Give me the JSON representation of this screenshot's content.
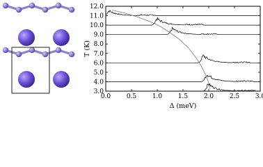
{
  "colors": {
    "atom_dark": "#4a2f9e",
    "atom_light": "#8c78e8",
    "bond": "#8a84c8",
    "spectrum": "#000000",
    "gap_curve": "#7a7a7a",
    "box": "#222222"
  },
  "structure": {
    "chain_atoms_top": 6,
    "chain_atoms_bottom": 6,
    "large_atoms_per_row": 2,
    "boxed_cell": true
  },
  "chart_data": {
    "type": "line",
    "xlabel": "Δ (meV)",
    "ylabel": "T (K)",
    "xlim": [
      0.0,
      3.0
    ],
    "ylim": [
      3.0,
      12.0
    ],
    "x_ticks": [
      "0.0",
      "0.5",
      "1.0",
      "1.5",
      "2.0",
      "2.5",
      "3.0"
    ],
    "y_ticks": [
      "3.0",
      "4.0",
      "5.0",
      "6.0",
      "7.0",
      "8.0",
      "9.0",
      "10.0",
      "11.0",
      "12.0"
    ],
    "grid": false,
    "legend": "none",
    "spectra": [
      {
        "T": 11.0,
        "peak": 0.07,
        "amp": 0.65
      },
      {
        "T": 10.0,
        "peak": 1.0,
        "amp": 0.85
      },
      {
        "T": 9.0,
        "peak": 1.3,
        "amp": 0.8
      },
      {
        "T": 6.0,
        "peak": 1.9,
        "amp": 0.95
      },
      {
        "T": 4.0,
        "peak": 1.97,
        "amp": 1.0
      },
      {
        "T": 3.0,
        "peak": 2.0,
        "amp": 0.95
      }
    ],
    "gap_curve": {
      "x": [
        0.12,
        0.35,
        0.6,
        0.85,
        1.05,
        1.25,
        1.45,
        1.62,
        1.76,
        1.87,
        1.95,
        1.99,
        2.02
      ],
      "y": [
        11.6,
        11.3,
        10.9,
        10.4,
        9.9,
        9.2,
        8.4,
        7.5,
        6.5,
        5.5,
        4.6,
        4.0,
        3.2
      ]
    }
  }
}
